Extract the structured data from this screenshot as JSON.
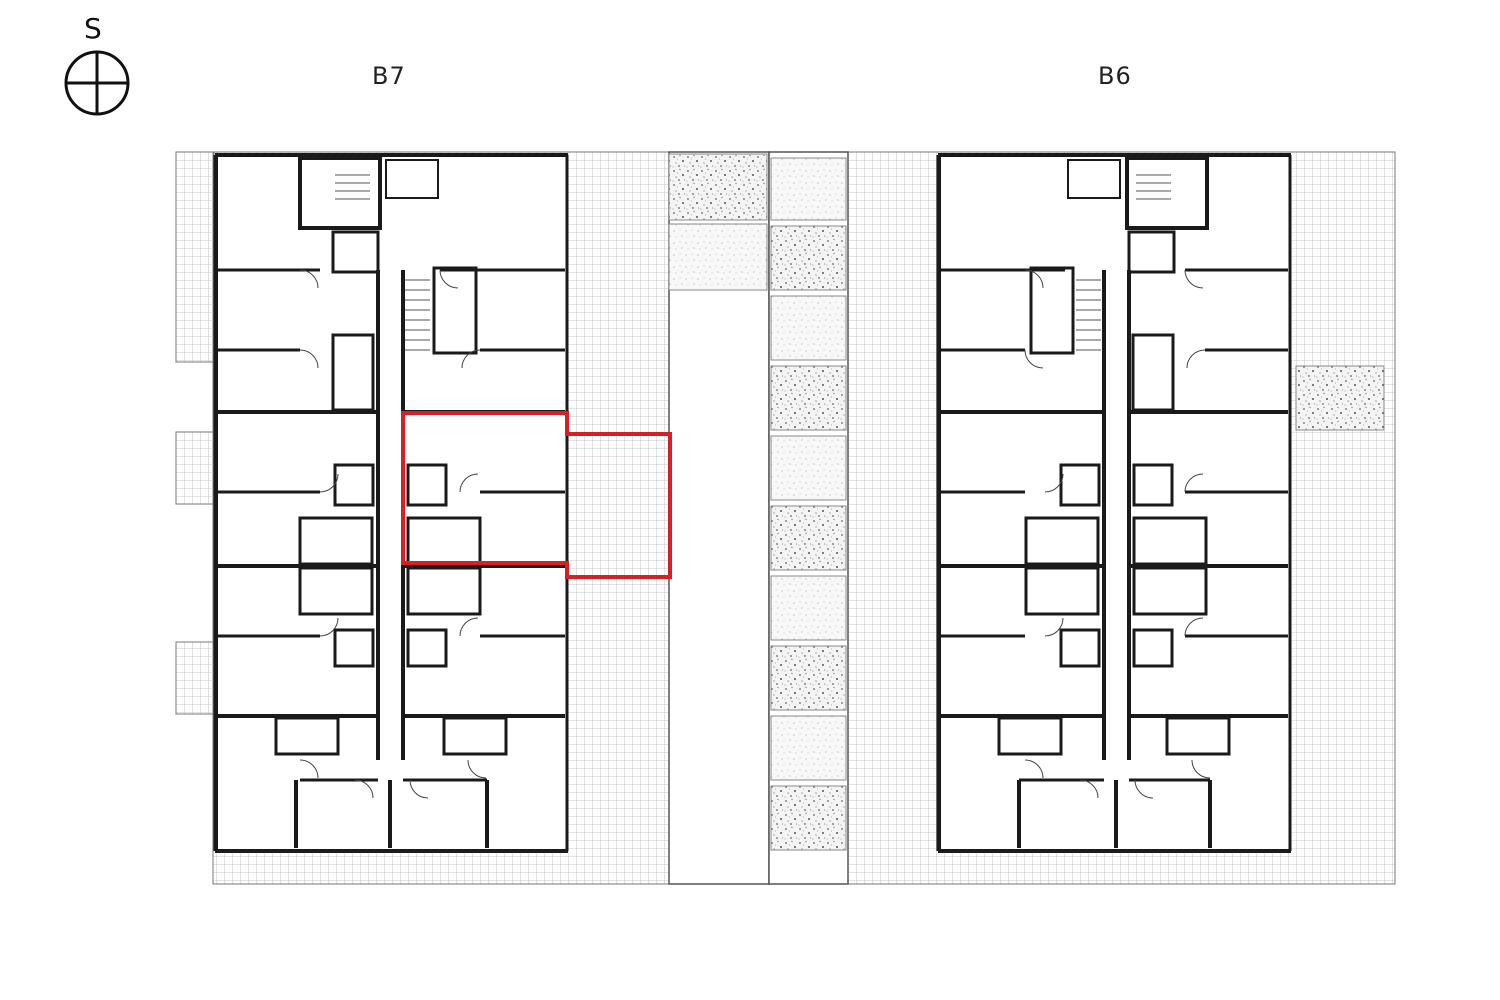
{
  "compass": {
    "letter": "S"
  },
  "buildings": [
    {
      "id": "b7",
      "label": "B7"
    },
    {
      "id": "b6",
      "label": "B6"
    }
  ],
  "colors": {
    "wall": "#1a1a1a",
    "line": "#444444",
    "grid": "#bdbdbd",
    "highlight": "#d91f26",
    "planter": "#cfcfcf"
  }
}
